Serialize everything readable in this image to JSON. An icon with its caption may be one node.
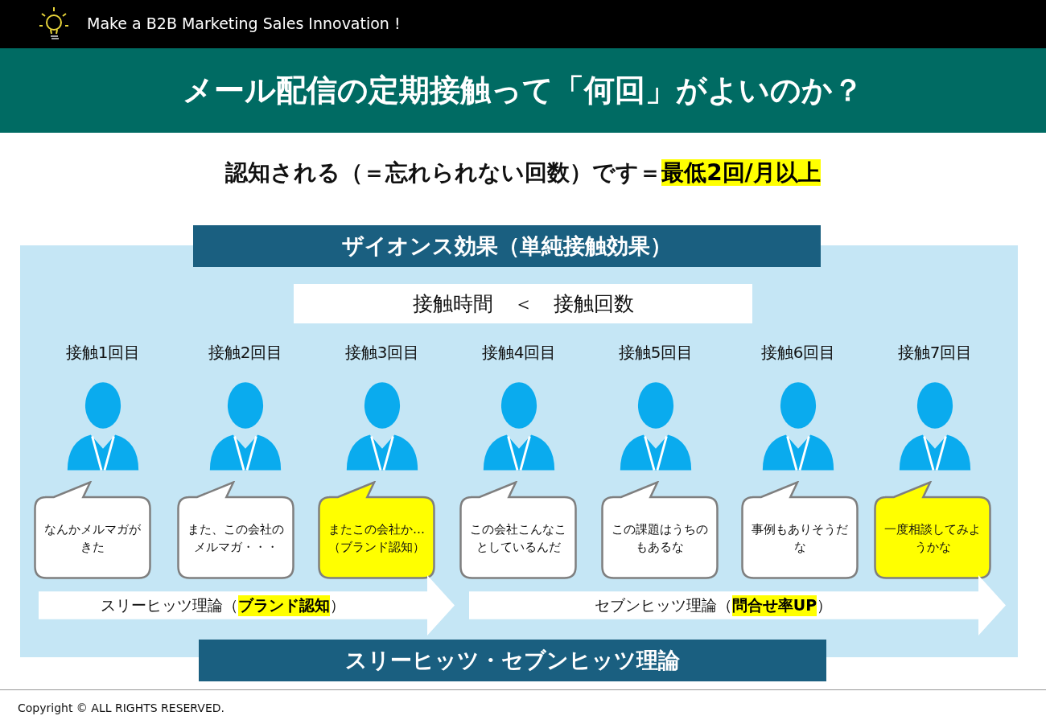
{
  "diagram": {
    "title": "メール配信の定期接触って「何回」がよいのか？",
    "caption": "Copyright © ALL RIGHTS RESERVED.",
    "nodes": [
      {
        "text": [
          "ザイオンス効果（単純接触効果）",
          "スリーヒッツ・セブンヒッツ理論"
        ]
      },
      {
        "text": [
          "接触時間　＜　接触回数"
        ],
        "in": 0
      },
      {
        "text": [
          "接触1回目"
        ],
        "in": 0
      },
      {
        "text": [
          "接触2回目"
        ],
        "in": 0
      },
      {
        "text": [
          "接触3回目"
        ],
        "in": 0
      },
      {
        "text": [
          "接触4回目"
        ],
        "in": 0
      },
      {
        "text": [
          "接触5回目"
        ],
        "in": 0
      },
      {
        "text": [
          "接触6回目"
        ],
        "in": 0
      },
      {
        "text": [
          "接触7回目"
        ],
        "in": 0
      },
      {
        "text": [
          "なんかメルマガがきた"
        ],
        "in": 0
      },
      {
        "text": [
          "また、この会社のメルマガ・・・"
        ],
        "in": 0
      },
      {
        "text": [
          "またこの会社か…（ブランド認知）"
        ],
        "in": 0
      },
      {
        "text": [
          "この会社こんなことしているんだ"
        ],
        "in": 0
      },
      {
        "text": [
          "この課題はうちのもあるな"
        ],
        "in": 0
      },
      {
        "text": [
          "事例もありそうだな"
        ],
        "in": 0
      },
      {
        "text": [
          "一度相談してみようかな"
        ],
        "in": 0
      },
      {
        "text": [
          "スリーヒッツ理論（**ブランド認知**）"
        ],
        "in": 0
      },
      {
        "text": [
          "セブンヒッツ理論（**問合せ率UP**）"
        ],
        "in": 0
      }
    ],
    "labels": [
      "Make a B2B Marketing Sales Innovation !",
      "認知される（＝忘れられない回数）です＝**最低2回/月以上**"
    ]
  }
}
